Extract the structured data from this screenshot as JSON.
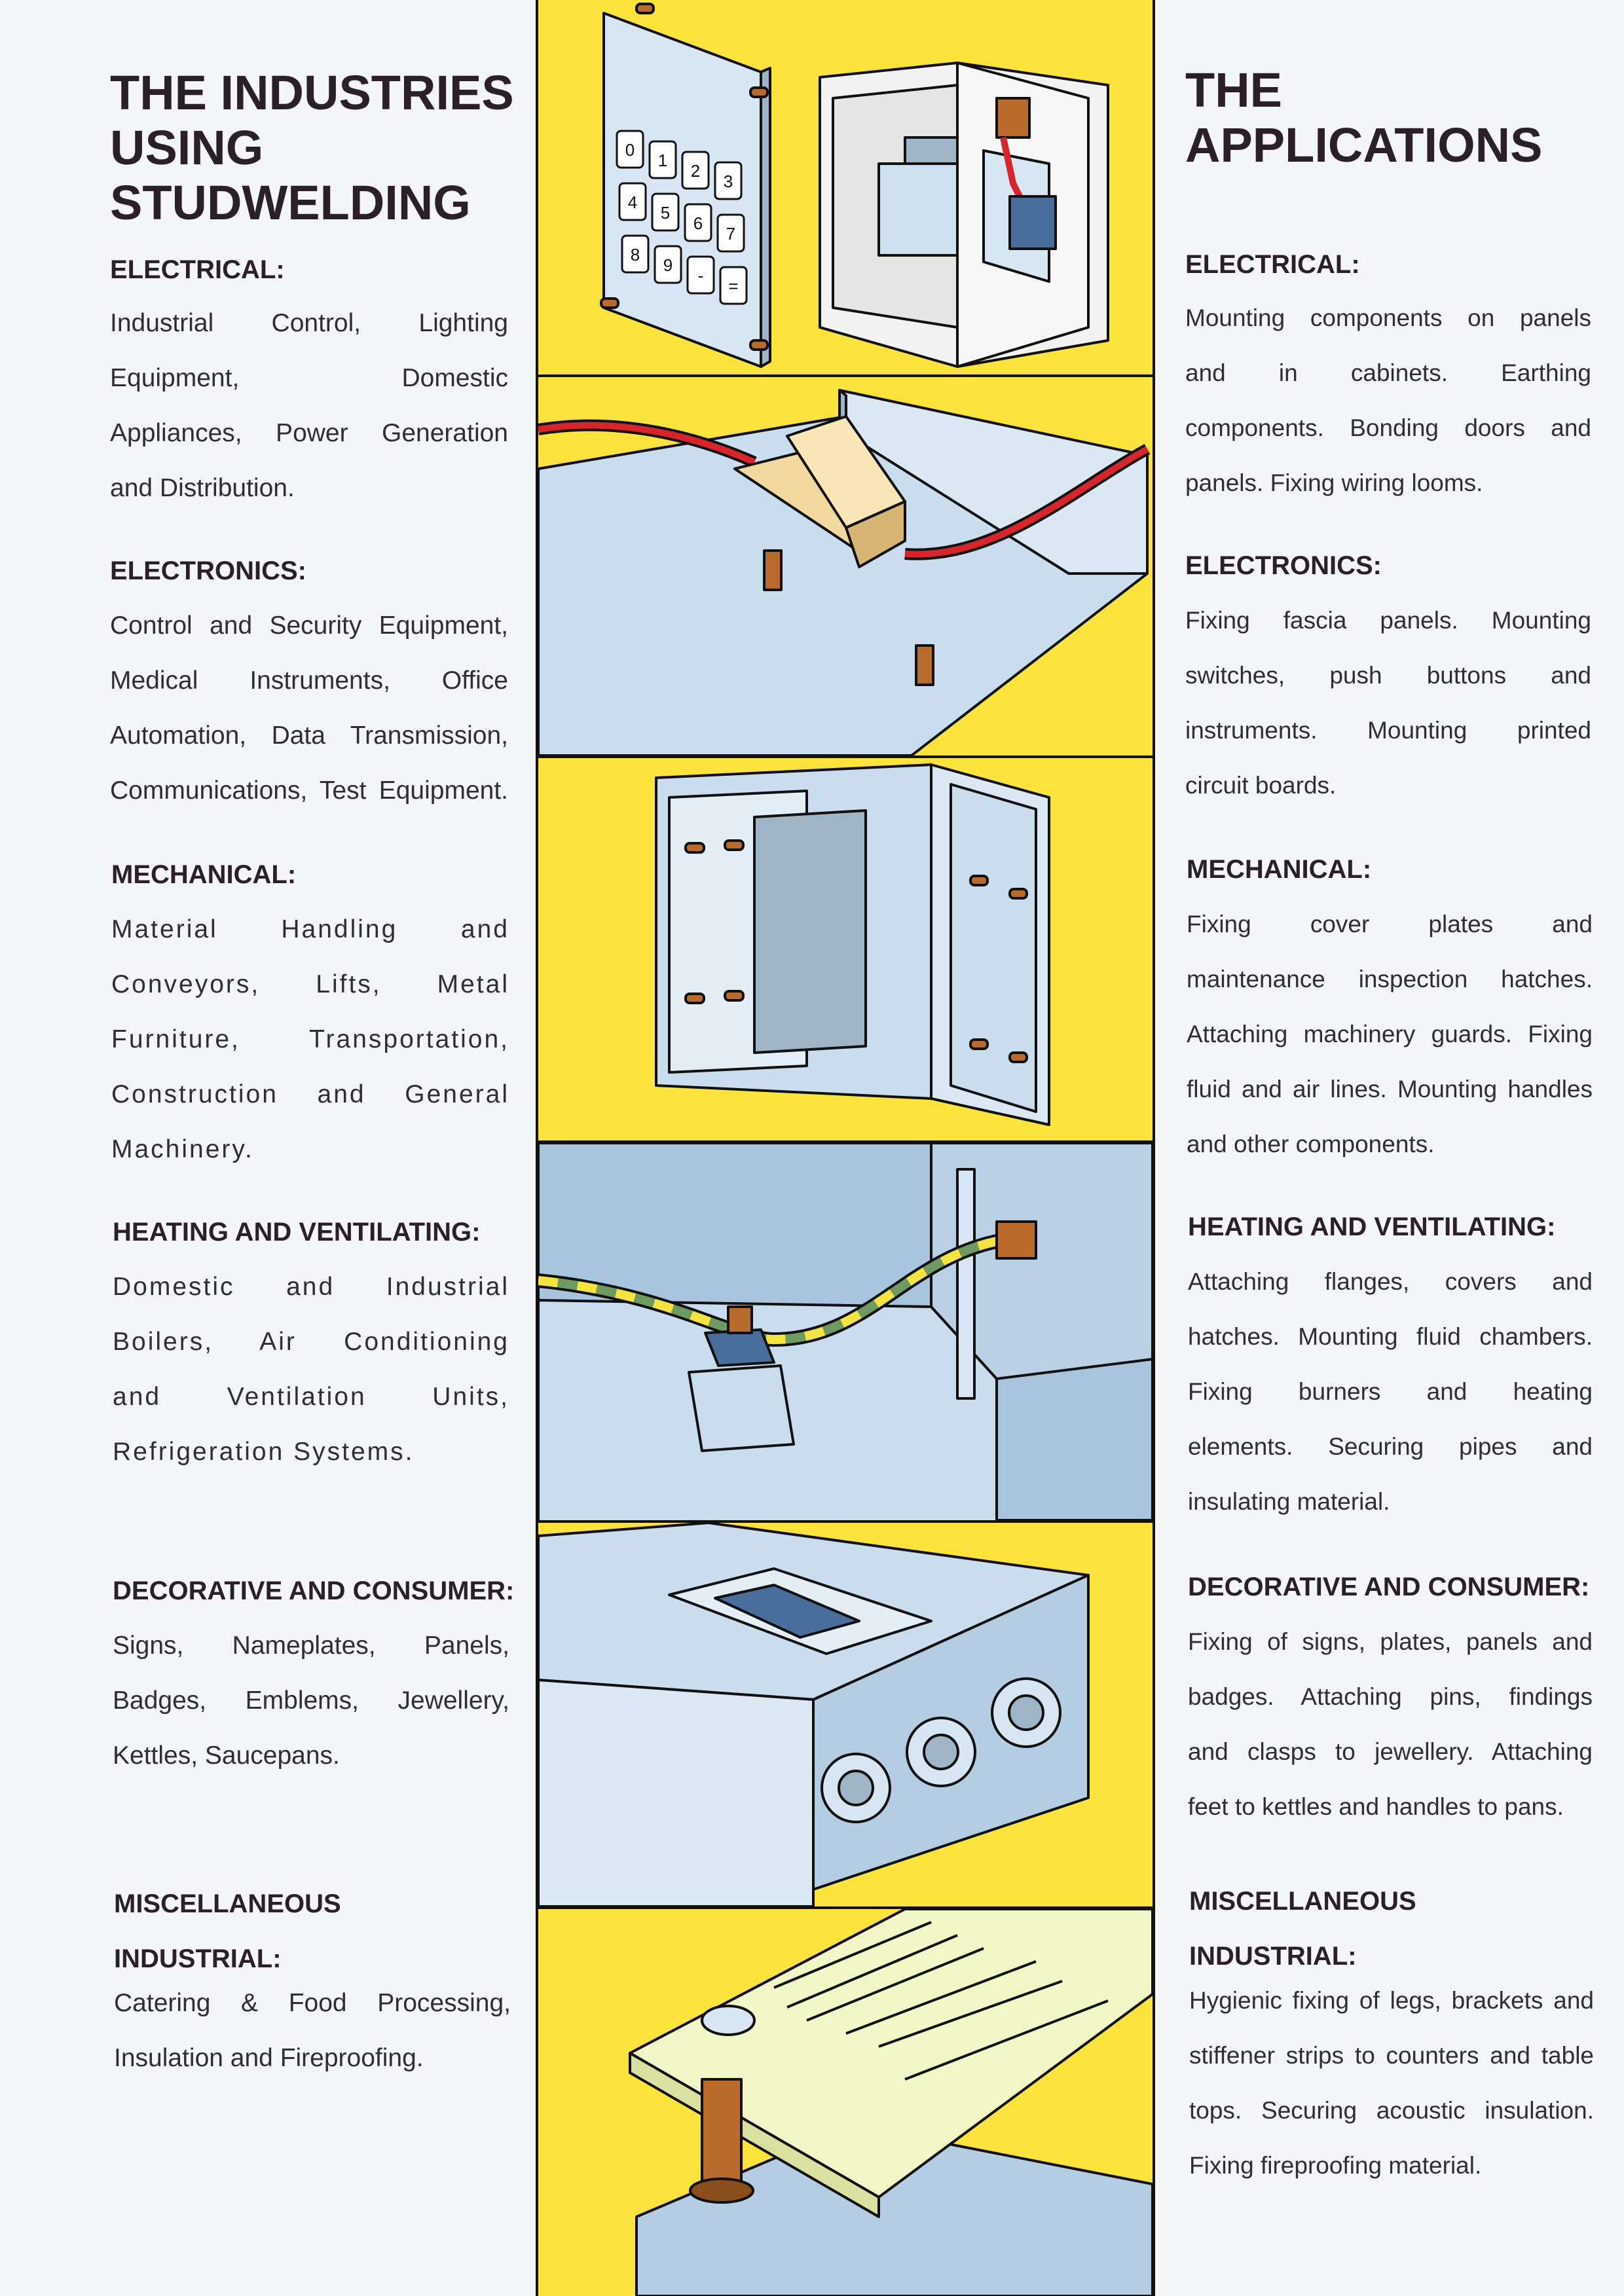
{
  "left": {
    "title": [
      "THE INDUSTRIES",
      "USING",
      "STUDWELDING"
    ],
    "sections": [
      {
        "heading": "ELECTRICAL:",
        "lines": [
          "Industrial Control, Lighting",
          "Equipment, Domestic",
          "Appliances, Power Generation",
          "and Distribution."
        ]
      },
      {
        "heading": "ELECTRONICS:",
        "lines": [
          "Control and Security Equipment,",
          "Medical Instruments, Office",
          "Automation, Data Transmission,",
          "Communications, Test Equipment."
        ]
      },
      {
        "heading": "MECHANICAL:",
        "lines": [
          "Material Handling and",
          "Conveyors, Lifts, Metal",
          "Furniture, Transportation,",
          "Construction and General",
          "Machinery."
        ]
      },
      {
        "heading": "HEATING AND VENTILATING:",
        "lines": [
          "Domestic and Industrial",
          "Boilers, Air Conditioning",
          "and Ventilation Units,",
          "Refrigeration Systems."
        ]
      },
      {
        "heading": "DECORATIVE AND CONSUMER:",
        "lines": [
          "Signs, Nameplates, Panels,",
          "Badges, Emblems, Jewellery,",
          "Kettles, Saucepans."
        ]
      },
      {
        "heading": [
          "MISCELLANEOUS",
          "INDUSTRIAL:"
        ],
        "lines": [
          "Catering & Food Processing,",
          "Insulation and Fireproofing."
        ]
      }
    ]
  },
  "right": {
    "title": [
      "THE",
      "APPLICATIONS"
    ],
    "sections": [
      {
        "heading": "ELECTRICAL:",
        "lines": [
          "Mounting components on panels",
          "and in cabinets. Earthing",
          "components. Bonding doors and",
          "panels. Fixing wiring looms."
        ]
      },
      {
        "heading": "ELECTRONICS:",
        "lines": [
          "Fixing fascia panels. Mounting",
          "switches, push buttons and",
          "instruments. Mounting printed",
          "circuit boards."
        ]
      },
      {
        "heading": "MECHANICAL:",
        "lines": [
          "Fixing cover plates and",
          "maintenance inspection hatches.",
          "Attaching machinery guards. Fixing",
          "fluid and air lines. Mounting handles",
          "and other components."
        ]
      },
      {
        "heading": "HEATING AND VENTILATING:",
        "lines": [
          "Attaching flanges, covers and",
          "hatches. Mounting fluid chambers.",
          "Fixing burners and heating",
          "elements. Securing pipes and",
          "insulating material."
        ]
      },
      {
        "heading": "DECORATIVE AND CONSUMER:",
        "lines": [
          "Fixing of signs, plates, panels and",
          "badges. Attaching pins, findings",
          "and clasps to jewellery. Attaching",
          "feet to kettles and handles to pans."
        ]
      },
      {
        "heading": [
          "MISCELLANEOUS",
          "INDUSTRIAL:"
        ],
        "lines": [
          "Hygienic fixing of legs, brackets and",
          "stiffener strips to counters and table",
          "tops. Securing acoustic insulation.",
          "Fixing fireproofing material."
        ]
      }
    ]
  },
  "keypad_keys": [
    "0",
    "1",
    "2",
    "3",
    "4",
    "5",
    "6",
    "7",
    "8",
    "9",
    "-",
    "="
  ],
  "colors": {
    "yellow": "#fbe33c",
    "panel_blue": "#c9ddee",
    "cable_red": "#d8242b",
    "stud_bronze": "#b86b2a",
    "outline": "#111111"
  }
}
